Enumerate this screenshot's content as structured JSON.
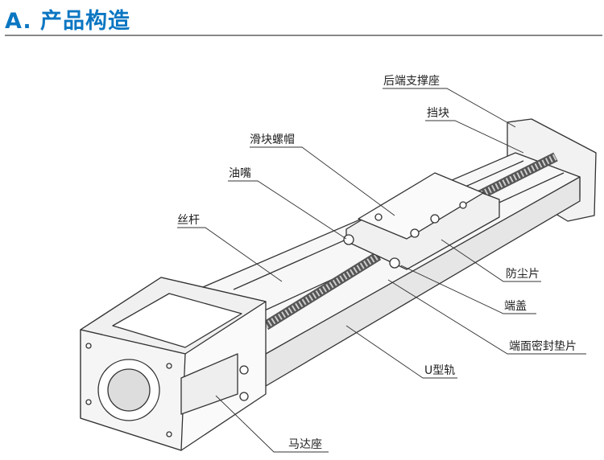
{
  "header": {
    "title": "A. 产品构造",
    "accent_color": "#0a76c2"
  },
  "labels": {
    "rear_support": "后端支撑座",
    "stopper": "挡块",
    "slider_nut": "滑块螺帽",
    "grease_nipple": "油嘴",
    "screw": "丝杆",
    "dust_cover": "防尘片",
    "end_cap": "端盖",
    "end_seal": "端面密封垫片",
    "u_rail": "U型轨",
    "motor_seat": "马达座"
  }
}
